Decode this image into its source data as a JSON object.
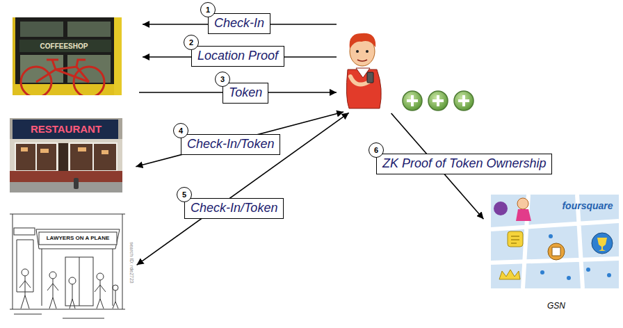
{
  "diagram": {
    "nodes": [
      {
        "text": [
          "COFFEESHOP"
        ]
      },
      {
        "text": [
          "RESTAURANT"
        ]
      },
      {
        "text": [
          "LAWYERS ON A PLANE"
        ]
      },
      {
        "text": []
      },
      {
        "text": [
          "foursquare",
          "GSN"
        ]
      }
    ],
    "edges": [
      {
        "from": 3,
        "to": 0,
        "arrow": "to",
        "label": "Check-In"
      },
      {
        "from": 3,
        "to": 0,
        "arrow": "to",
        "label": "Location Proof"
      },
      {
        "from": 0,
        "to": 3,
        "arrow": "to",
        "label": "Token"
      },
      {
        "from": 1,
        "to": 3,
        "arrow": "both",
        "label": "Check-In/Token"
      },
      {
        "from": 2,
        "to": 3,
        "arrow": "both",
        "label": "Check-In/Token"
      },
      {
        "from": 3,
        "to": 4,
        "arrow": "to",
        "label": "ZK Proof of Token Ownership"
      }
    ],
    "labels": [
      "1",
      "2",
      "3",
      "4",
      "5",
      "6",
      "search ID: rde2723"
    ]
  }
}
